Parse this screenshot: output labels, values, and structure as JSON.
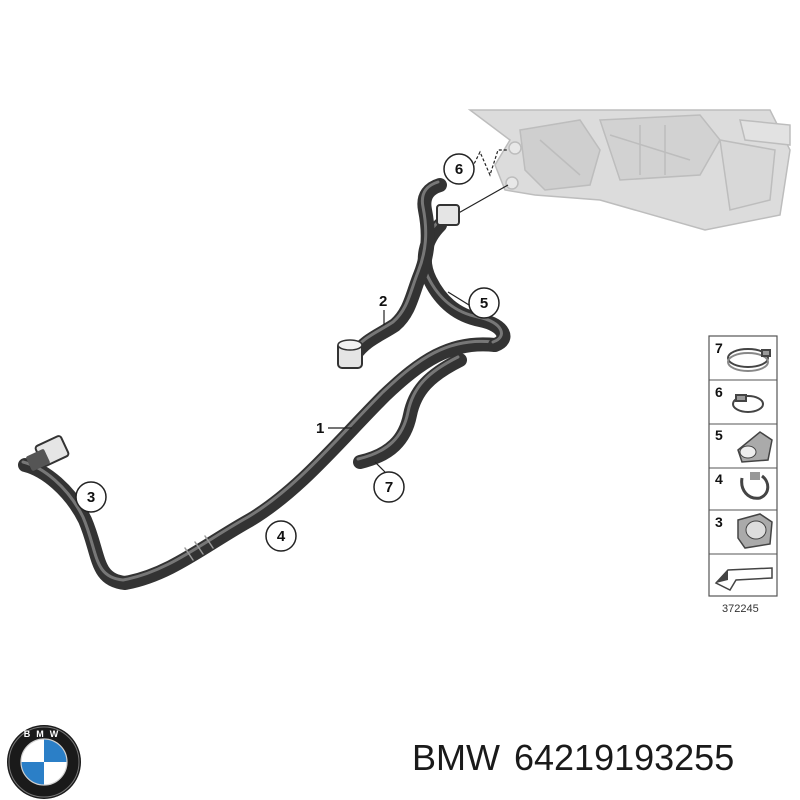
{
  "diagram": {
    "callouts": [
      "1",
      "2",
      "3",
      "4",
      "5",
      "6",
      "7"
    ],
    "legend": {
      "items": [
        "7",
        "6",
        "5",
        "4",
        "3"
      ],
      "reference_number": "372245"
    }
  },
  "caption": {
    "brand": "BMW",
    "part_number": "64219193255"
  },
  "logo": {
    "letters": "BMW",
    "colors": {
      "blue": "#2b7fc7",
      "white": "#ffffff",
      "ring": "#1a1a1a"
    }
  },
  "colors": {
    "hose": "#3c3c3c",
    "hose_highlight": "#7a7a7a",
    "housing": "#d6d6d6",
    "housing_line": "#b5b5b5",
    "line": "#222222"
  }
}
